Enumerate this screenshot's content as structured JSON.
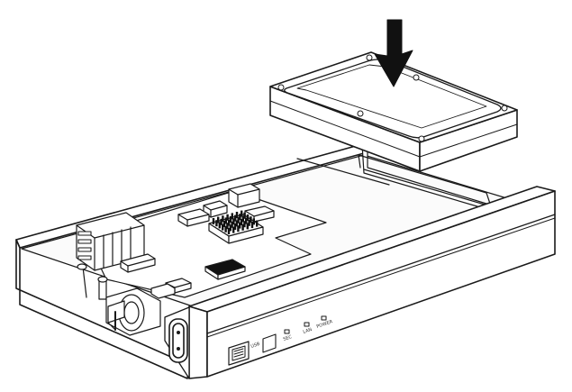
{
  "labels": {
    "usb": "USB",
    "sec": "SEC",
    "lan": "LAN",
    "power": "POWER"
  },
  "icons": {
    "insert": "arrow-down-icon"
  },
  "colors": {
    "ink": "#1a1a1a",
    "fill_light": "#ffffff",
    "fill_shade": "#f2f2f2",
    "fill_dark": "#111111"
  }
}
